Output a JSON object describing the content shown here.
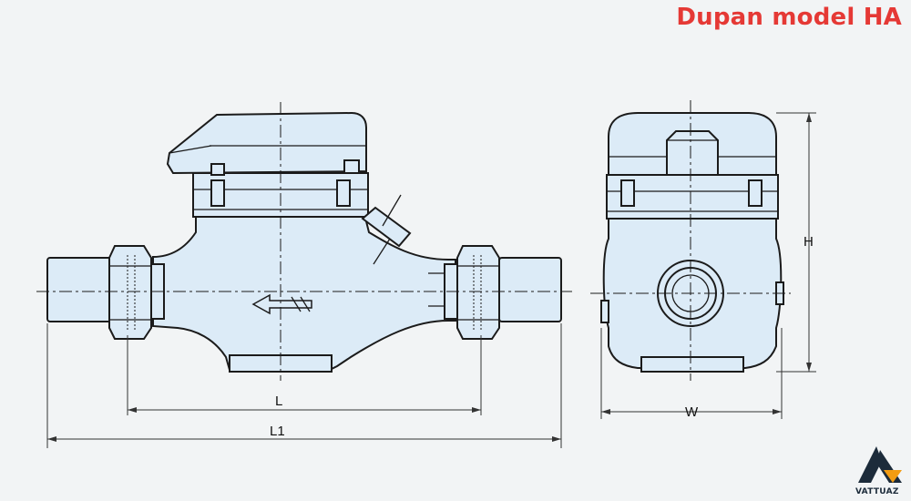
{
  "title": "Dupan model HA",
  "labels": {
    "L": "L",
    "L1": "L1",
    "W": "W",
    "H": "H"
  },
  "logo": {
    "text": "VATTUAZ",
    "colors": {
      "dark": "#1c2b3a",
      "accent": "#f39c12"
    }
  },
  "colors": {
    "title": "#e53935",
    "meter_fill": "#dcebf7",
    "outline": "#1b1b1b",
    "background": "#f2f4f5"
  }
}
